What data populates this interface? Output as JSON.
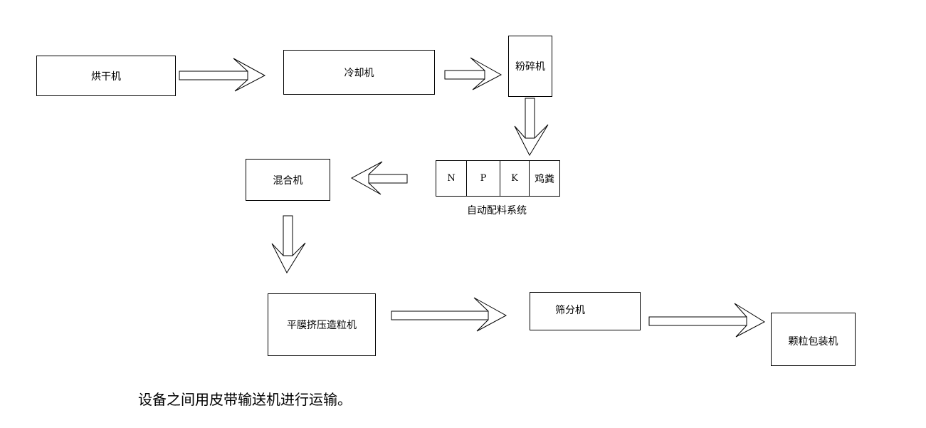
{
  "diagram": {
    "nodes": {
      "dryer": "烘干机",
      "cooler": "冷却机",
      "crusher": "粉碎机",
      "mixer": "混合机",
      "granulator": "平膜挤压造粒机",
      "screener": "筛分机",
      "packer": "颗粒包装机"
    },
    "batching_system": {
      "label": "自动配料系统",
      "cells": [
        "N",
        "P",
        "K",
        "鸡粪"
      ]
    },
    "flow": [
      {
        "from": "dryer",
        "to": "cooler"
      },
      {
        "from": "cooler",
        "to": "crusher"
      },
      {
        "from": "crusher",
        "to": "batching_system"
      },
      {
        "from": "batching_system",
        "to": "mixer"
      },
      {
        "from": "mixer",
        "to": "granulator"
      },
      {
        "from": "granulator",
        "to": "screener"
      },
      {
        "from": "screener",
        "to": "packer"
      }
    ],
    "note": "设备之间用皮带输送机进行运输。"
  }
}
